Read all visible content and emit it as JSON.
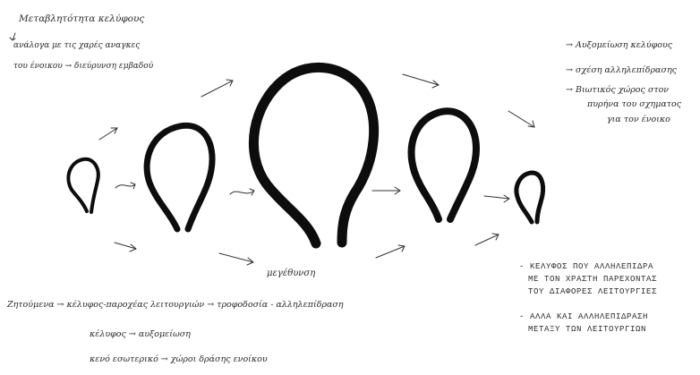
{
  "notes": {
    "title": "Μεταβλητότητα κελύφους",
    "top_line1": "ανάλογα   με τις χαρές αναγκες",
    "top_line2": "του ένοικου → διεύρυνση εμβαδού",
    "center": "μεγέθυνση",
    "right_1": "→ Αυξομείωση κελύφους",
    "right_2": "→ σχέση αλληλεπίδρασης",
    "right_3a": "→ Βιωτικός χώρος στον",
    "right_3b": "πυρήνα του σχηματος",
    "right_3c": "για τον ένοικο",
    "caps_1a": "- ΚΕΛΥΦΟΣ ΠΟΥ ΑΛΛΗΛΕΠΙΔΡΑ",
    "caps_1b": "ΜΕ ΤΟΝ ΧΡΑΣΤΗ ΠΑΡΕΧΟΝΤΑΣ",
    "caps_1c": "ΤΟΥ ΔΙΑΦΟΡΕΣ ΛΕΙΤΟΥΡΓΙΕΣ",
    "caps_2a": "- ΑΛΛΑ ΚΑΙ ΑΛΛΗΛΕΠΙΔΡΑΣΗ",
    "caps_2b": "ΜΕΤΑΞΥ ΤΩΝ ΛΕΙΤΟΥΡΓΙΩΝ",
    "bottom_1": "Ζητούμενα → κέλυφος-παροχέας λειτουργιών → τροφοδοσία - αλληλεπίδραση",
    "bottom_2": "κέλυφος → αυξομείωση",
    "bottom_3": "κενό εσωτερικό → χώροι δράσης ενοίκου"
  },
  "icons": [
    "arrow-icon",
    "curved-arrow-icon",
    "down-arrow-icon",
    "loop-shape-icon"
  ]
}
